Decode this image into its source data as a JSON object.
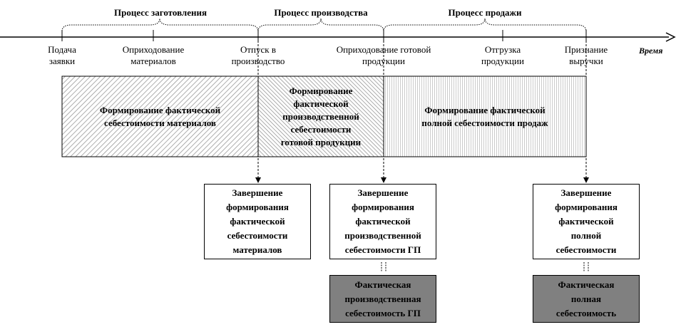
{
  "processes": [
    {
      "label": "Процесс заготовления"
    },
    {
      "label": "Процесс производства"
    },
    {
      "label": "Процесс продажи"
    }
  ],
  "axis_label": "Время",
  "events": [
    {
      "label": "Подача\nзаявки"
    },
    {
      "label": "Оприходование\nматериалов"
    },
    {
      "label": "Отпуск в\nпроизводство"
    },
    {
      "label": "Оприходование готовой\nпродукции"
    },
    {
      "label": "Отгрузка\nпродукции"
    },
    {
      "label": "Признание\nвыручки"
    }
  ],
  "phases": [
    {
      "label": "Формирование фактической\nсебестоимости материалов"
    },
    {
      "label": "Формирование\nфактической\nпроизводственной\nсебестоимости\nготовой продукции"
    },
    {
      "label": "Формирование фактической\nполной себестоимости продаж"
    }
  ],
  "completion_boxes": [
    {
      "label": "Завершение\nформирования\nфактической\nсебестоимости\nматериалов"
    },
    {
      "label": "Завершение\nформирования\nфактической\nпроизводственной\nсебестоимости ГП"
    },
    {
      "label": "Завершение\nформирования\nфактической\nполной\nсебестоимости"
    }
  ],
  "result_boxes": [
    {
      "label": "Фактическая\nпроизводственная\nсебестоимость ГП"
    },
    {
      "label": "Фактическая\nполная\nсебестоимость"
    }
  ]
}
